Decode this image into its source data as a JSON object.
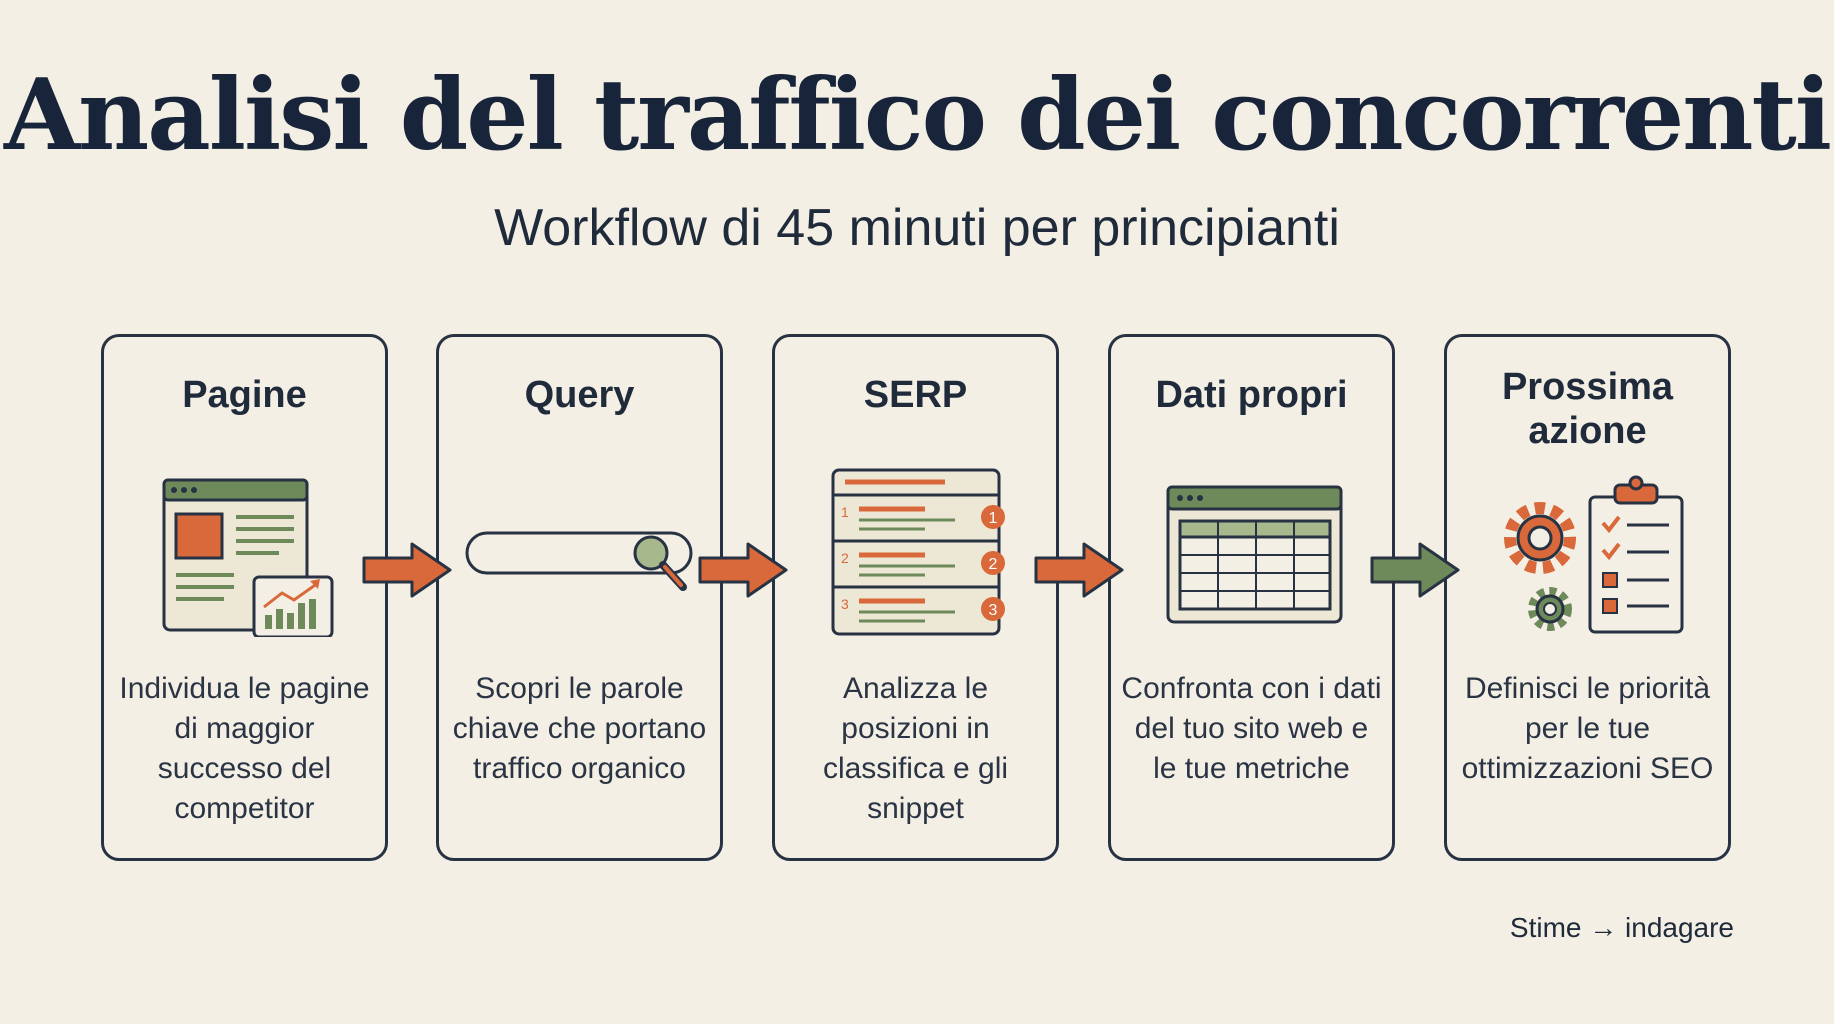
{
  "header": {
    "title": "Analisi del traffico dei concorrenti",
    "subtitle": "Workflow di 45 minuti per principianti"
  },
  "steps": [
    {
      "title": "Pagine",
      "description": "Individua le pagine di maggior successo del competitor",
      "icon": "webpage-chart-icon"
    },
    {
      "title": "Query",
      "description": "Scopri le parole chiave che portano traffico organico",
      "icon": "search-bar-icon"
    },
    {
      "title": "SERP",
      "description": "Analizza le posizioni in classifica e gli snippet",
      "icon": "serp-ranking-icon"
    },
    {
      "title": "Dati propri",
      "description": "Confronta con i dati del tuo sito web e le tue metriche",
      "icon": "spreadsheet-icon"
    },
    {
      "title": "Prossima azione",
      "description": "Definisci le priorità per le tue ottimizzazioni SEO",
      "icon": "gear-checklist-icon"
    }
  ],
  "serp_ranks": [
    "1",
    "2",
    "3"
  ],
  "footer": {
    "note": "Stime → indagare"
  },
  "colors": {
    "background": "#f4efe4",
    "ink": "#273243",
    "accent_orange": "#d9683a",
    "accent_green": "#6f8a5a",
    "icon_fill": "#ede8d6"
  }
}
